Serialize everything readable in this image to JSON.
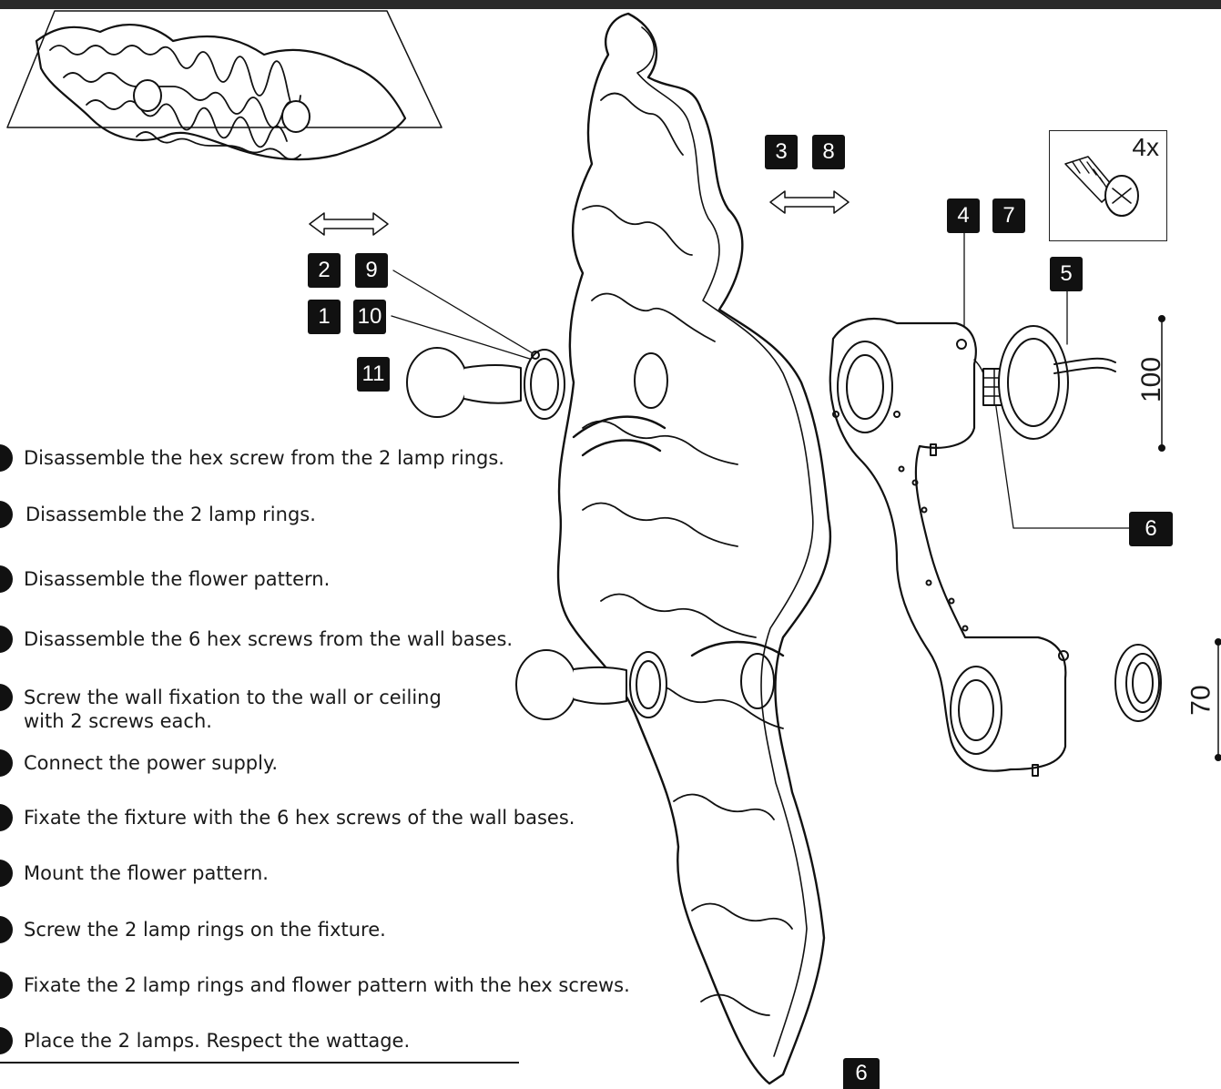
{
  "badges": {
    "b2": "2",
    "b9": "9",
    "b1": "1",
    "b10": "10",
    "b11": "11",
    "b3": "3",
    "b8": "8",
    "b4": "4",
    "b7": "7",
    "b5": "5",
    "b6": "6",
    "b6_bottom": "6"
  },
  "screw_quantity": "4x",
  "dimensions": {
    "height_100": "100",
    "height_70": "70"
  },
  "steps": [
    {
      "text": "Disassemble the hex screw from the 2 lamp rings."
    },
    {
      "text": "Disassemble the 2 lamp rings."
    },
    {
      "text": "Disassemble the flower pattern."
    },
    {
      "text": "Disassemble the 6 hex screws from the wall bases."
    },
    {
      "text": "Screw the wall fixation to the wall or ceiling",
      "text2": "with 2 screws each."
    },
    {
      "text": "Connect the power supply."
    },
    {
      "text": "Fixate the fixture with the 6 hex screws of the wall bases."
    },
    {
      "text": "Mount the flower pattern."
    },
    {
      "text": "Screw the 2 lamp rings on the fixture."
    },
    {
      "text": "Fixate the 2 lamp rings and flower pattern with the hex screws."
    },
    {
      "text": "Place the 2 lamps. Respect the wattage."
    }
  ],
  "icons": [
    "double-arrow-icon",
    "screw-icon",
    "lamp-bulb-icon",
    "lamp-ring-icon",
    "wall-base-icon",
    "connector-icon"
  ]
}
